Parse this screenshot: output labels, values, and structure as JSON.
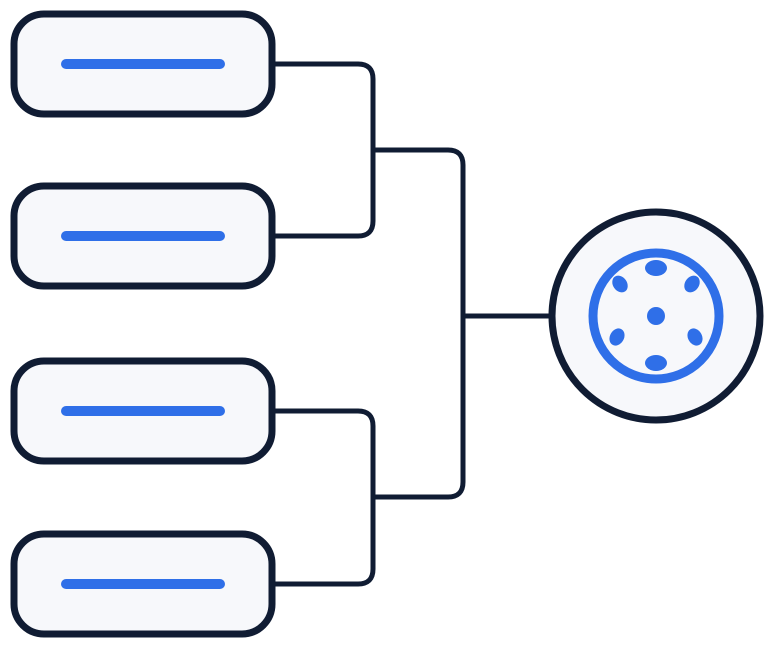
{
  "diagram": {
    "kind": "tournament-bracket",
    "entry_slots": [
      {
        "slot": 1,
        "label_text": ""
      },
      {
        "slot": 2,
        "label_text": ""
      },
      {
        "slot": 3,
        "label_text": ""
      },
      {
        "slot": 4,
        "label_text": ""
      }
    ],
    "winner_icon": "pickleball-icon"
  },
  "colors": {
    "outline": "#101c33",
    "accent": "#2f6fe8",
    "fill": "#f7f8fb",
    "background": "#ffffff"
  }
}
